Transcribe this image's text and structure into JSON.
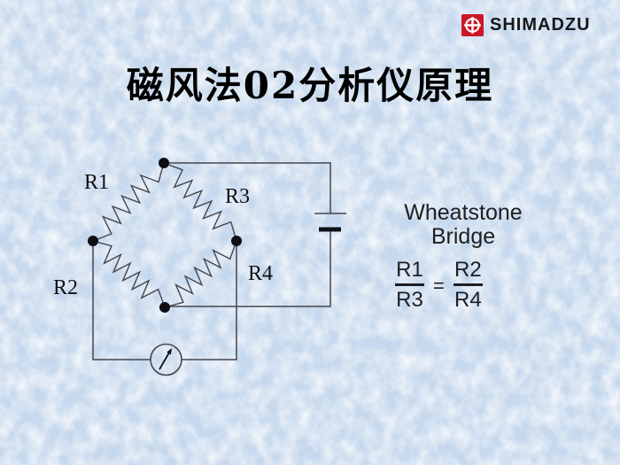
{
  "logo": {
    "brand": "SHIMADZU",
    "emblem_icon": "shimadzu-cross-circle-icon",
    "brand_red": "#cc1628"
  },
  "title": "磁风法02分析仪原理",
  "diagram": {
    "resistor_labels": {
      "r1": "R1",
      "r2": "R2",
      "r3": "R3",
      "r4": "R4"
    }
  },
  "caption": {
    "line1": "Wheatstone",
    "line2": "Bridge"
  },
  "equation": {
    "left_numerator": "R1",
    "left_denominator": "R3",
    "equals": "=",
    "right_numerator": "R2",
    "right_denominator": "R4"
  },
  "colors": {
    "background": "#c9daee",
    "wire": "#45454c",
    "text": "#1e1e22",
    "brand_red": "#cc1628"
  }
}
